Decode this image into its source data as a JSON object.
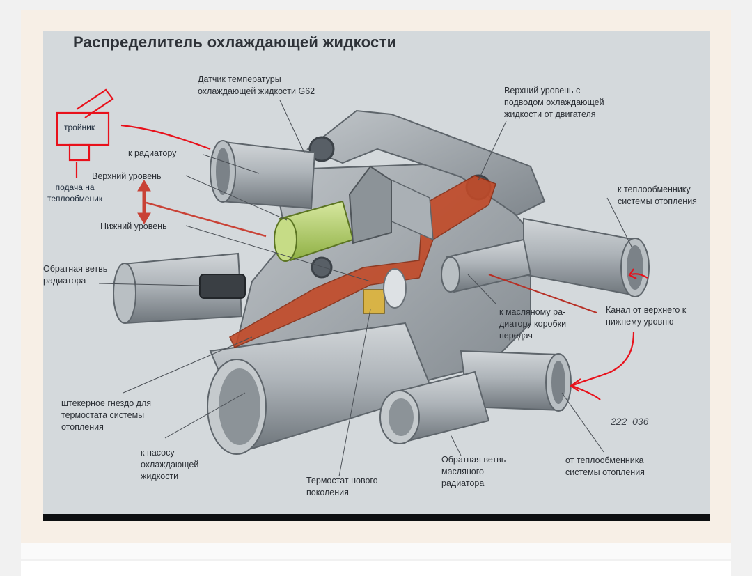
{
  "title": "Распределитель охлаждающей жидкости",
  "figure_code": "222_036",
  "labels": {
    "sensor": [
      "Датчик температуры",
      "охлаждающей жидкости G62"
    ],
    "upper_supply": [
      "Верхний уровень с",
      "подводом охлаждающей",
      "жидкости от двигателя"
    ],
    "to_radiator": "к радиатору",
    "upper_level": "Верхний уровень",
    "lower_level": "Нижний уровень",
    "to_heat_exchanger": [
      "к теплообменнику",
      "системы отопления"
    ],
    "radiator_return": [
      "Обратная ветвь",
      "радиатора"
    ],
    "oil_cooler": [
      "к масляному ра-",
      "диатору коробки",
      "передач"
    ],
    "channel": [
      "Канал от верхнего к",
      "нижнему уровню"
    ],
    "plug_socket": [
      "штекерное гнездо для",
      "термостата системы",
      "отопления"
    ],
    "to_pump": [
      "к насосу",
      "охлаждающей",
      "жидкости"
    ],
    "thermostat": [
      "Термостат нового",
      "поколения"
    ],
    "oil_return": [
      "Обратная ветвь",
      "масляного",
      "радиатора"
    ],
    "from_heat_exchanger": [
      "от теплообменника",
      "системы отопления"
    ]
  },
  "annotations": {
    "tee": "тройник",
    "heater_feed": [
      "подача на",
      "теплообменик"
    ]
  },
  "colors": {
    "annotation_red": "#e8111b",
    "body_gray": "#a6acb1",
    "cutaway_orange": "#c24a28",
    "sensor_green": "#b6d06a",
    "frame": "#f7efe6",
    "photo_bg": "#d4d9dc"
  }
}
